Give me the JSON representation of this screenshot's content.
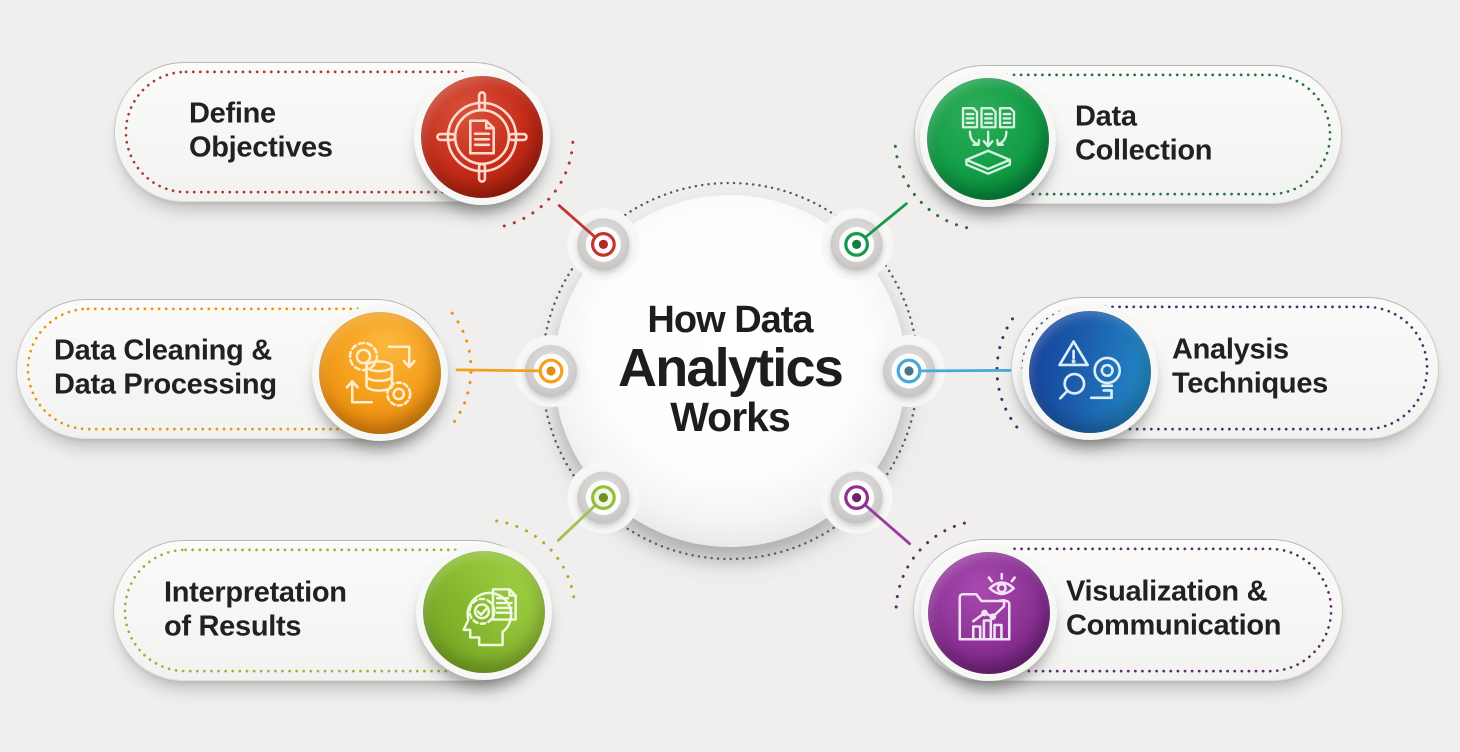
{
  "title": {
    "line1": "How Data",
    "line2": "Analytics",
    "line3": "Works"
  },
  "background_color": "#f0efee",
  "hub": {
    "dotted_ring_color": "#56575b",
    "circle_color": "#ffffff",
    "text_color": "#1d1d1b"
  },
  "nodes": [
    {
      "id": "define-objectives",
      "label_line1": "Define",
      "label_line2": "Objectives",
      "side": "left",
      "icon": "target-document-icon",
      "color": "#c42c19",
      "ring_color": "#c23530",
      "line_color": "#c23530",
      "dots_color": "#a83a31"
    },
    {
      "id": "data-cleaning-processing",
      "label_line1": "Data Cleaning &",
      "label_line2": "Data Processing",
      "side": "left",
      "icon": "gears-database-icon",
      "color": "#f49d1a",
      "ring_color": "#f5a01d",
      "line_color": "#f5a01d",
      "dots_color": "#e8920e"
    },
    {
      "id": "interpretation-of-results",
      "label_line1": "Interpretation",
      "label_line2": "of Results",
      "side": "left",
      "icon": "head-gear-document-icon",
      "color": "#8abc33",
      "ring_color": "#94bf3d",
      "line_color": "#9cc355",
      "dots_color": "#a4ad3f"
    },
    {
      "id": "data-collection",
      "label_line1": "Data",
      "label_line2": "Collection",
      "side": "right",
      "icon": "documents-tray-icon",
      "color": "#119c46",
      "ring_color": "#16994e",
      "line_color": "#16994e",
      "dots_color": "#2a6e4b"
    },
    {
      "id": "analysis-techniques",
      "label_line1": "Analysis",
      "label_line2": "Techniques",
      "side": "right",
      "icon": "magnifier-bulb-warning-icon",
      "color": "#2172ba",
      "ring_color": "#45a9d9",
      "line_color": "#45a9d9",
      "dots_color": "#2b3c74"
    },
    {
      "id": "visualization-communication",
      "label_line1": "Visualization &",
      "label_line2": "Communication",
      "side": "right",
      "icon": "folder-chart-eye-icon",
      "color": "#8c3295",
      "ring_color": "#90308f",
      "line_color": "#993a9e",
      "dots_color": "#5d2a68"
    }
  ]
}
